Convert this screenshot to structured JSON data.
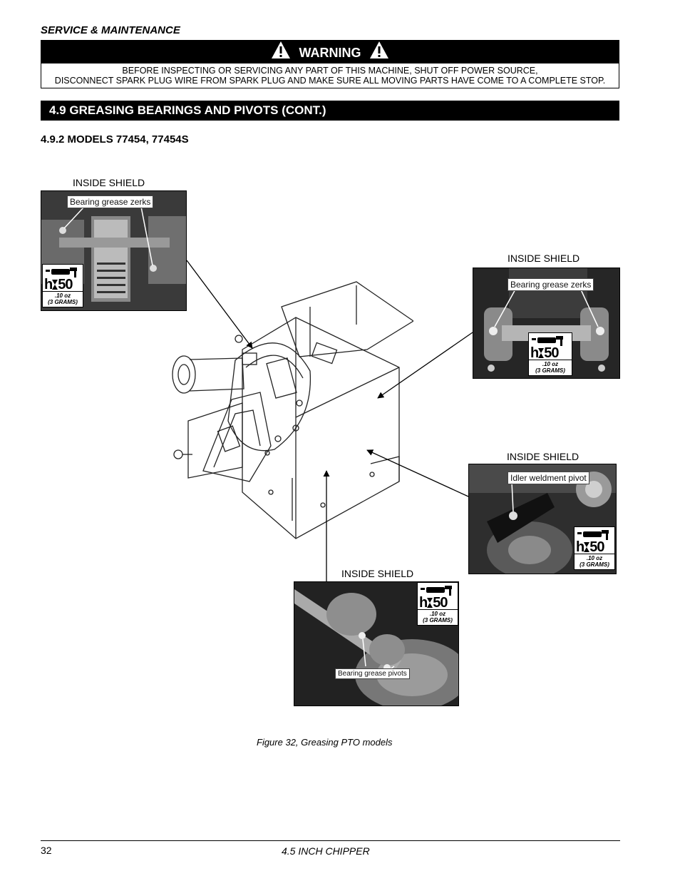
{
  "header": {
    "section": "SERVICE & MAINTENANCE"
  },
  "warning": {
    "title": "WARNING",
    "line1": "BEFORE INSPECTING OR SERVICING ANY PART OF THIS MACHINE, SHUT OFF POWER SOURCE,",
    "line2": "DISCONNECT SPARK PLUG WIRE FROM SPARK PLUG AND MAKE SURE ALL MOVING PARTS HAVE COME TO A COMPLETE STOP."
  },
  "section_title": "4.9  GREASING BEARINGS AND PIVOTS (CONT.)",
  "subsection_title": "4.9.2  MODELS 77454, 77454S",
  "callouts": [
    {
      "caption": "INSIDE SHIELD",
      "photo_label": "Bearing grease zerks",
      "badge": {
        "h_label": "h",
        "number": "50",
        "amount": ".10 oz",
        "grams": "(3 GRAMS)"
      }
    },
    {
      "caption": "INSIDE SHIELD",
      "photo_label": "Bearing grease zerks",
      "badge": {
        "h_label": "h",
        "number": "50",
        "amount": ".10 oz",
        "grams": "(3 GRAMS)"
      }
    },
    {
      "caption": "INSIDE SHIELD",
      "photo_label": "Idler weldment pivot",
      "badge": {
        "h_label": "h",
        "number": "50",
        "amount": ".10 oz",
        "grams": "(3 GRAMS)"
      }
    },
    {
      "caption": "INSIDE SHIELD",
      "photo_label": "Bearing grease pivots",
      "badge": {
        "h_label": "h",
        "number": "50",
        "amount": ".10 oz",
        "grams": "(3 GRAMS)"
      }
    }
  ],
  "figure_caption": "Figure 32, Greasing PTO models",
  "footer": {
    "page_number": "32",
    "title": "4.5 INCH CHIPPER"
  }
}
